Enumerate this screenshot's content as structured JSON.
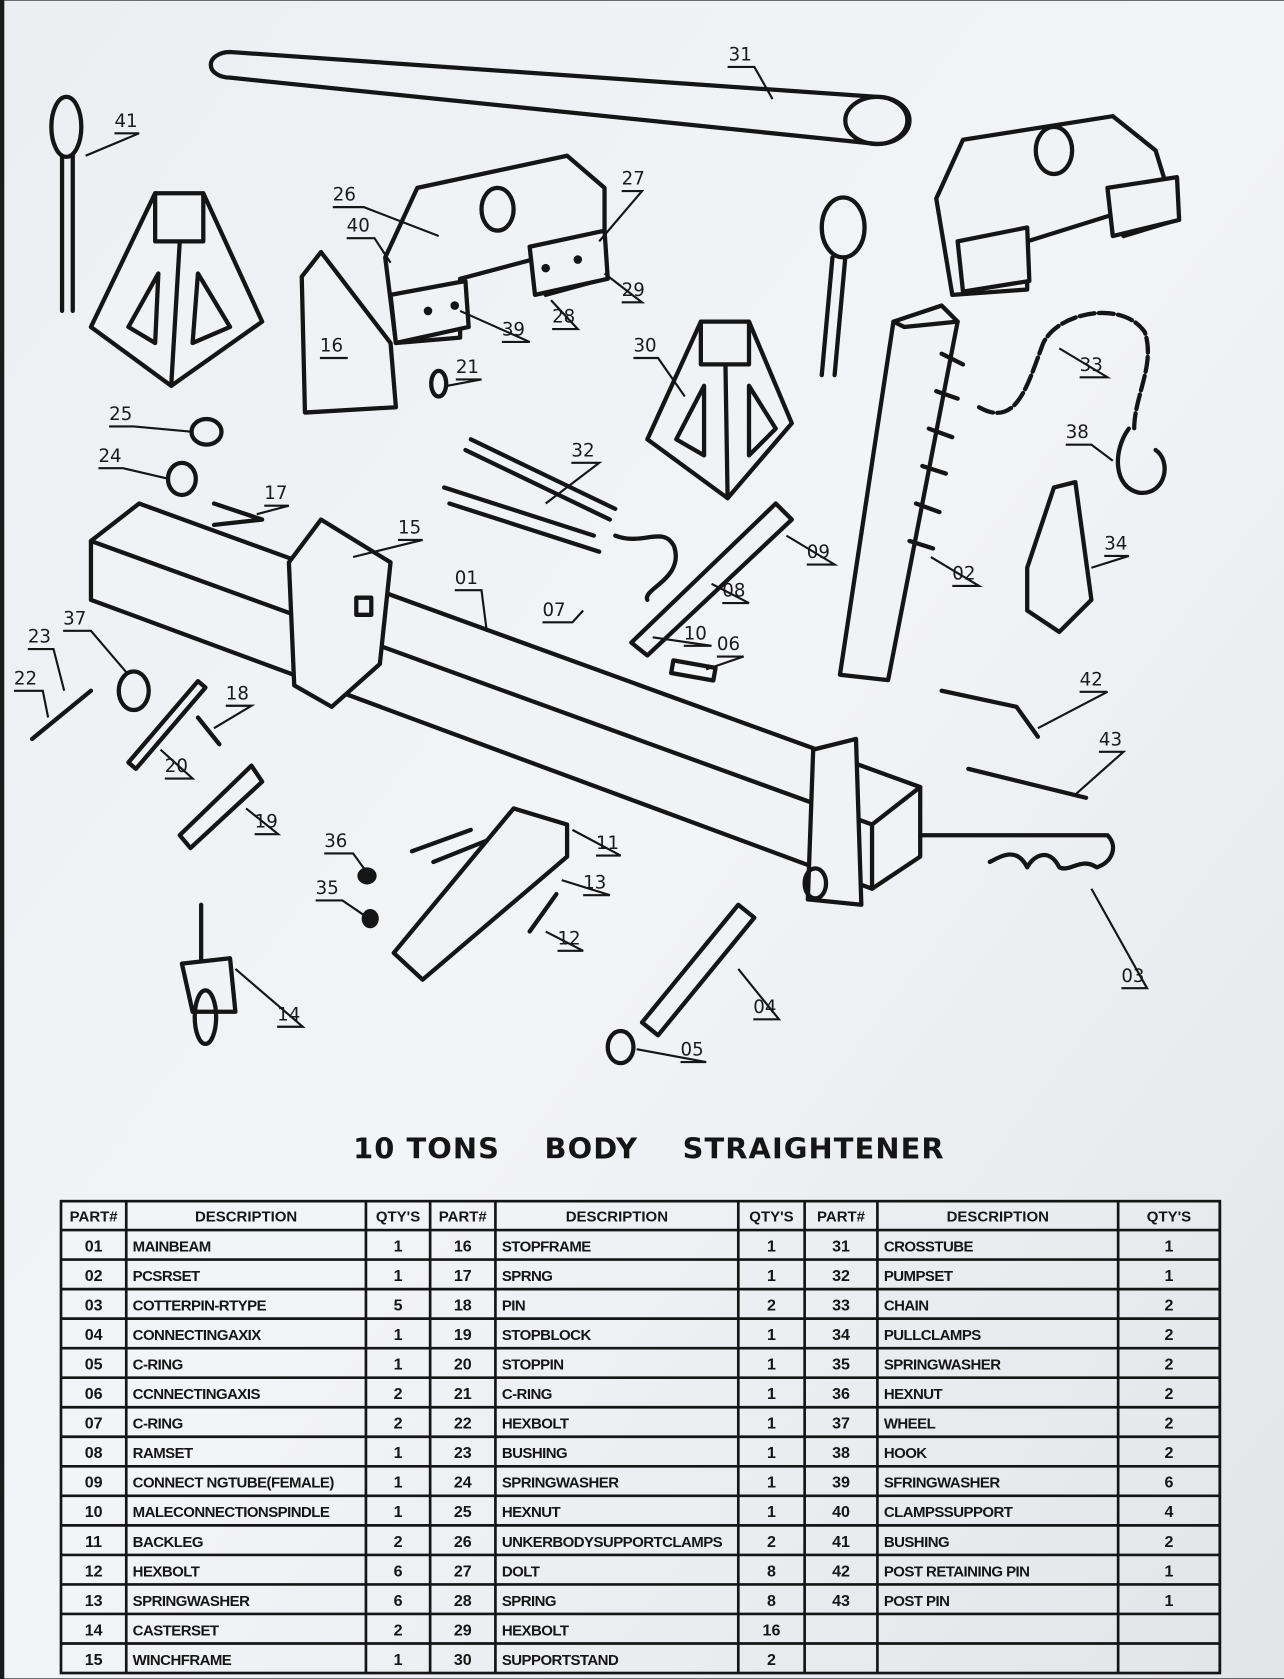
{
  "title": "10 TONS    BODY    STRAIGHTENER",
  "callouts": {
    "c01": "01",
    "c02": "02",
    "c03": "03",
    "c04": "04",
    "c05": "05",
    "c06": "06",
    "c07": "07",
    "c08": "08",
    "c09": "09",
    "c10": "10",
    "c11": "11",
    "c12": "12",
    "c13": "13",
    "c14": "14",
    "c15": "15",
    "c16": "16",
    "c17": "17",
    "c18": "18",
    "c19": "19",
    "c20": "20",
    "c21": "21",
    "c22": "22",
    "c23": "23",
    "c24": "24",
    "c25": "25",
    "c26": "26",
    "c27": "27",
    "c28": "28",
    "c29": "29",
    "c30": "30",
    "c31": "31",
    "c32": "32",
    "c33": "33",
    "c34": "34",
    "c35": "35",
    "c36": "36",
    "c37": "37",
    "c38": "38",
    "c39": "39",
    "c40": "40",
    "c41": "41",
    "c42": "42",
    "c43": "43"
  },
  "table": {
    "headers": {
      "part": "PART#",
      "description": "DESCRIPTION",
      "qty": "QTY'S"
    },
    "groups": [
      {
        "rows": [
          {
            "part": "01",
            "description": "MAINBEAM",
            "qty": "1"
          },
          {
            "part": "02",
            "description": "PCSRSET",
            "qty": "1"
          },
          {
            "part": "03",
            "description": "COTTERPIN-RTYPE",
            "qty": "5"
          },
          {
            "part": "04",
            "description": "CONNECTINGAXIX",
            "qty": "1"
          },
          {
            "part": "05",
            "description": "C-RING",
            "qty": "1"
          },
          {
            "part": "06",
            "description": "CCNNECTINGAXIS",
            "qty": "2"
          },
          {
            "part": "07",
            "description": "C-RING",
            "qty": "2"
          },
          {
            "part": "08",
            "description": "RAMSET",
            "qty": "1"
          },
          {
            "part": "09",
            "description": "CONNECT NGTUBE(FEMALE)",
            "qty": "1"
          },
          {
            "part": "10",
            "description": "MALECONNECTIONSPINDLE",
            "qty": "1"
          },
          {
            "part": "11",
            "description": "BACKLEG",
            "qty": "2"
          },
          {
            "part": "12",
            "description": "HEXBOLT",
            "qty": "6"
          },
          {
            "part": "13",
            "description": "SPRINGWASHER",
            "qty": "6"
          },
          {
            "part": "14",
            "description": "CASTERSET",
            "qty": "2"
          },
          {
            "part": "15",
            "description": "WINCHFRAME",
            "qty": "1"
          }
        ]
      },
      {
        "rows": [
          {
            "part": "16",
            "description": "STOPFRAME",
            "qty": "1"
          },
          {
            "part": "17",
            "description": "SPRNG",
            "qty": "1"
          },
          {
            "part": "18",
            "description": "PIN",
            "qty": "2"
          },
          {
            "part": "19",
            "description": "STOPBLOCK",
            "qty": "1"
          },
          {
            "part": "20",
            "description": "STOPPIN",
            "qty": "1"
          },
          {
            "part": "21",
            "description": "C-RING",
            "qty": "1"
          },
          {
            "part": "22",
            "description": "HEXBOLT",
            "qty": "1"
          },
          {
            "part": "23",
            "description": "BUSHING",
            "qty": "1"
          },
          {
            "part": "24",
            "description": "SPRINGWASHER",
            "qty": "1"
          },
          {
            "part": "25",
            "description": "HEXNUT",
            "qty": "1"
          },
          {
            "part": "26",
            "description": "UNKERBODYSUPPORTCLAMPS",
            "qty": "2"
          },
          {
            "part": "27",
            "description": "DOLT",
            "qty": "8"
          },
          {
            "part": "28",
            "description": "SPRING",
            "qty": "8"
          },
          {
            "part": "29",
            "description": "HEXBOLT",
            "qty": "16"
          },
          {
            "part": "30",
            "description": "SUPPORTSTAND",
            "qty": "2"
          }
        ]
      },
      {
        "rows": [
          {
            "part": "31",
            "description": "CROSSTUBE",
            "qty": "1"
          },
          {
            "part": "32",
            "description": "PUMPSET",
            "qty": "1"
          },
          {
            "part": "33",
            "description": "CHAIN",
            "qty": "2"
          },
          {
            "part": "34",
            "description": "PULLCLAMPS",
            "qty": "2"
          },
          {
            "part": "35",
            "description": "SPRINGWASHER",
            "qty": "2"
          },
          {
            "part": "36",
            "description": "HEXNUT",
            "qty": "2"
          },
          {
            "part": "37",
            "description": "WHEEL",
            "qty": "2"
          },
          {
            "part": "38",
            "description": "HOOK",
            "qty": "2"
          },
          {
            "part": "39",
            "description": "SFRINGWASHER",
            "qty": "6"
          },
          {
            "part": "40",
            "description": "CLAMPSSUPPORT",
            "qty": "4"
          },
          {
            "part": "41",
            "description": "BUSHING",
            "qty": "2"
          },
          {
            "part": "42",
            "description": "POST RETAINING PIN",
            "qty": "1"
          },
          {
            "part": "43",
            "description": "POST PIN",
            "qty": "1"
          },
          {
            "part": "",
            "description": "",
            "qty": ""
          },
          {
            "part": "",
            "description": "",
            "qty": ""
          }
        ]
      }
    ]
  }
}
